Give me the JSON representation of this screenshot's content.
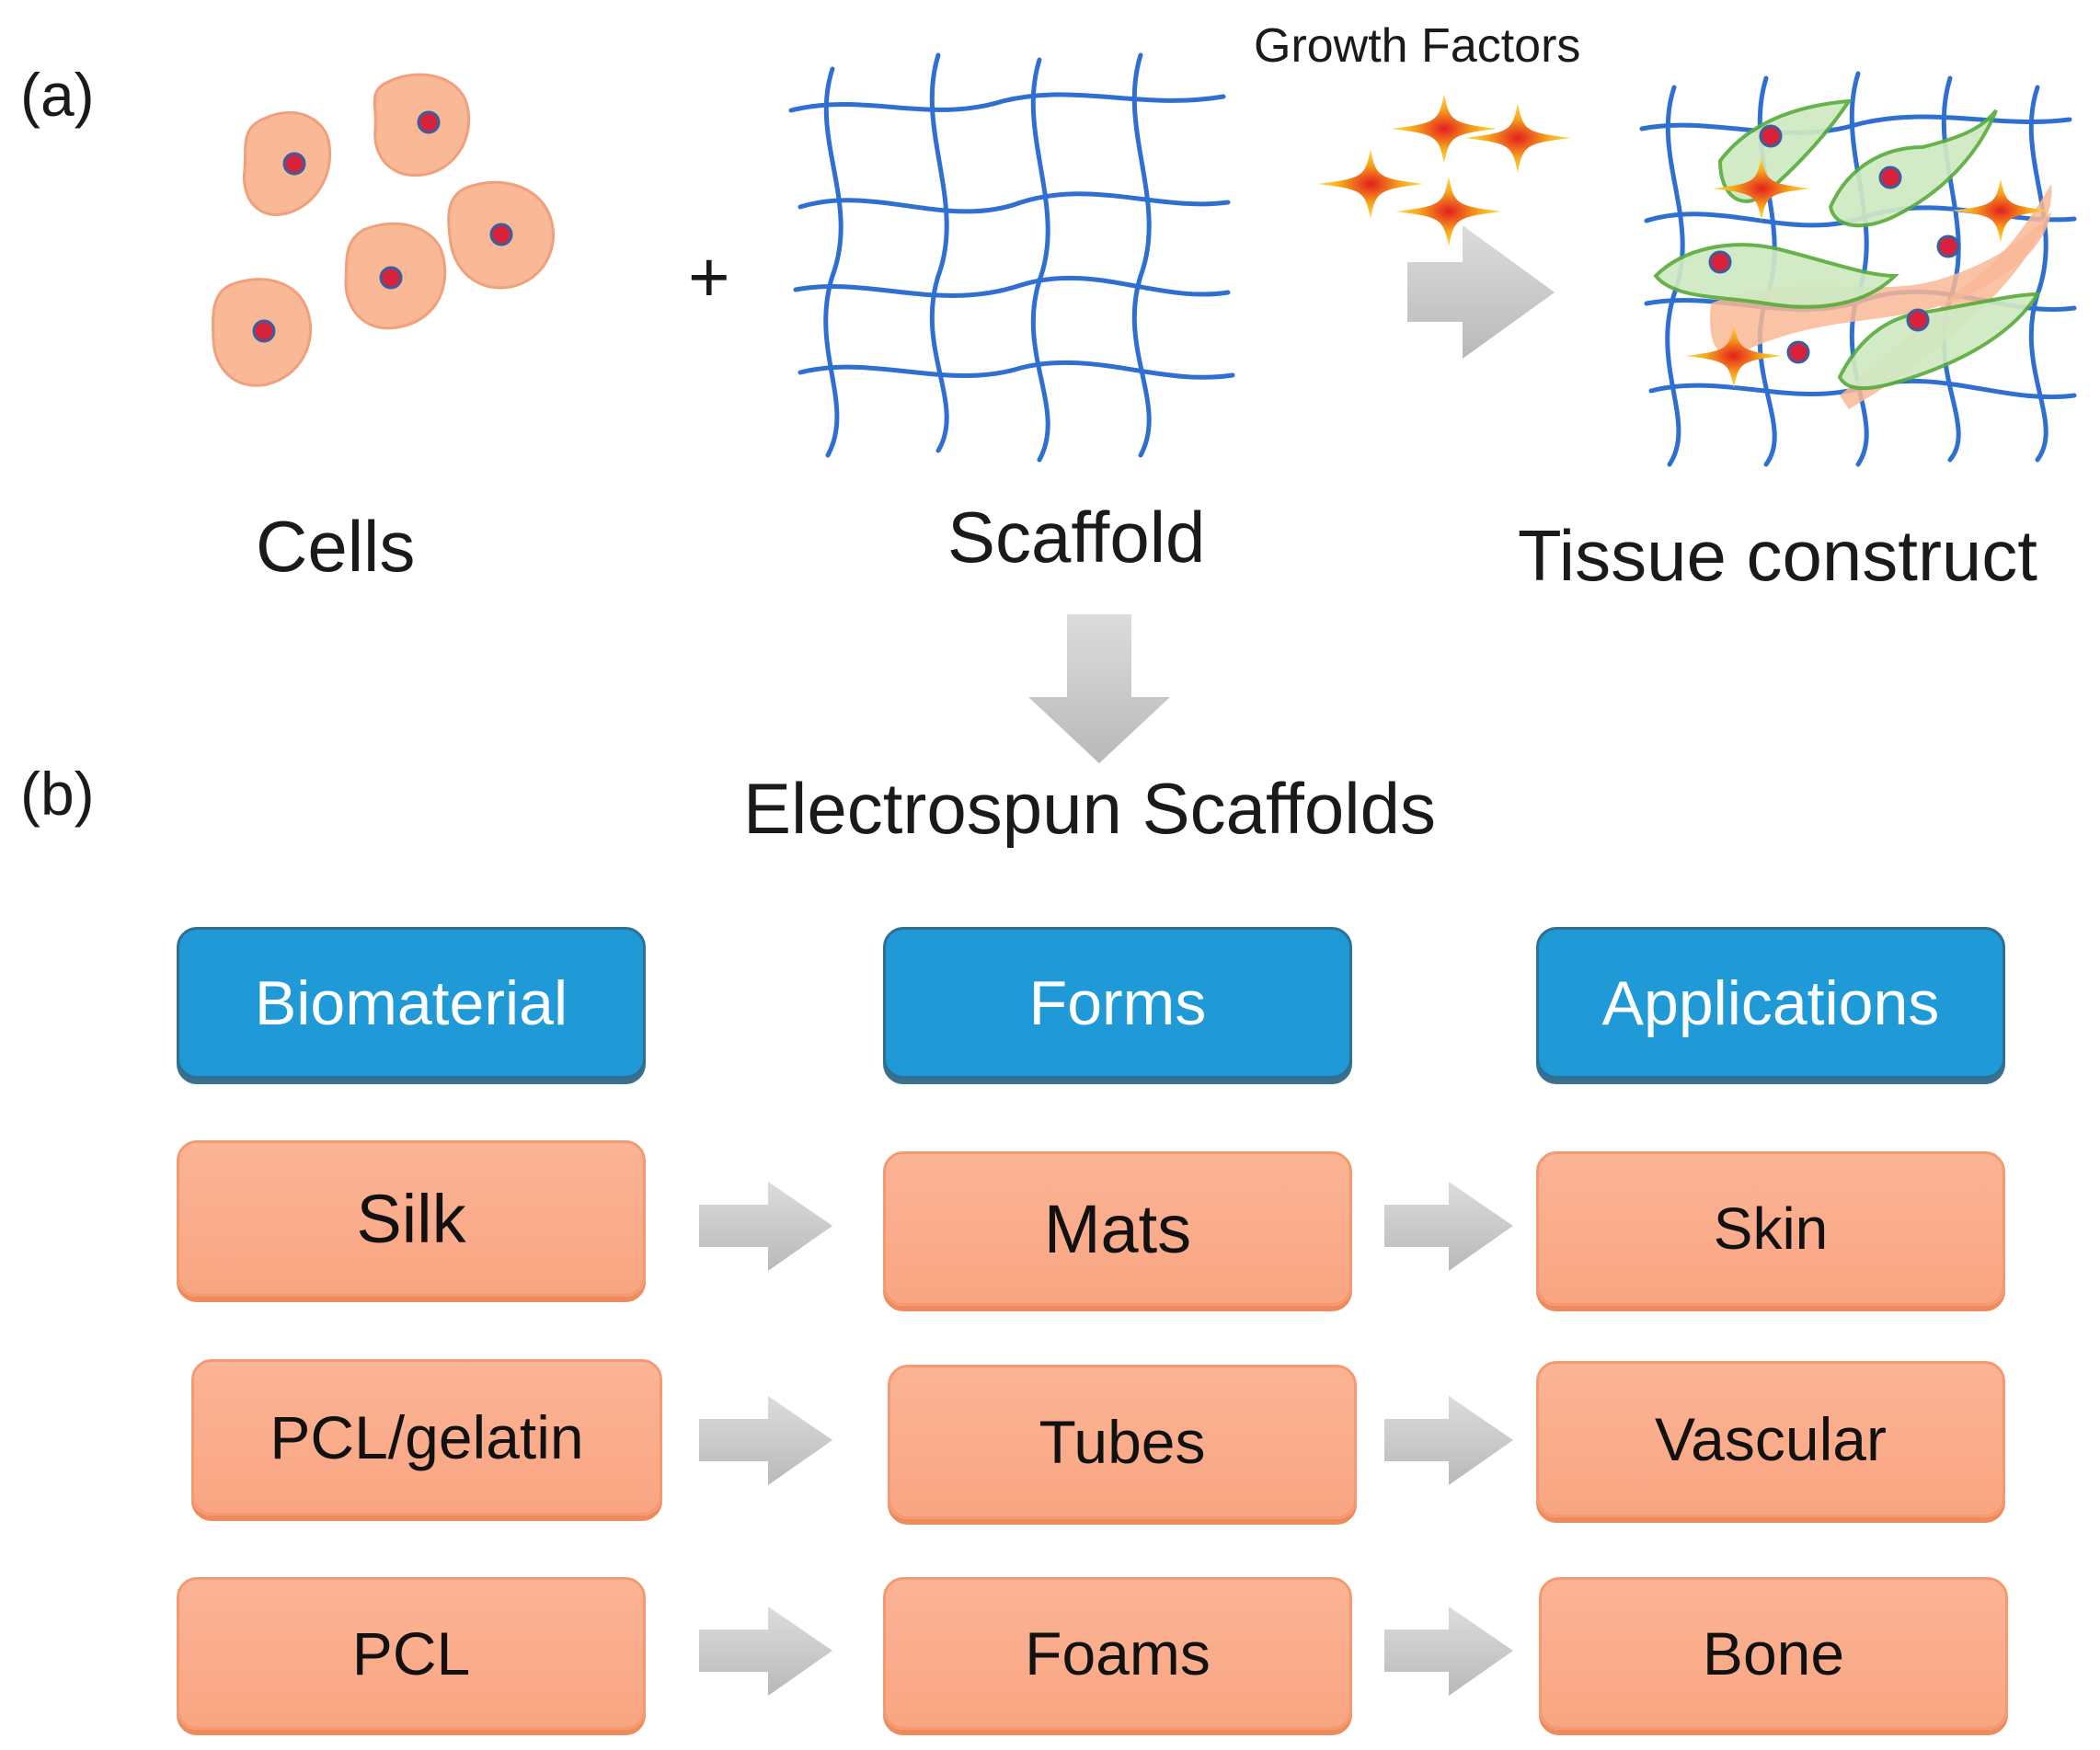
{
  "top": {
    "panel_a": "(a)",
    "growth_factors": "Growth Factors",
    "plus": "+",
    "cells": "Cells",
    "scaffold": "Scaffold",
    "tissue": "Tissue construct"
  },
  "bottom": {
    "panel_b": "(b)",
    "title": "Electrospun Scaffolds",
    "headers": [
      "Biomaterial",
      "Forms",
      "Applications"
    ],
    "biomaterials": [
      "Silk",
      "PCL/gelatin",
      "PCL"
    ],
    "forms": [
      "Mats",
      "Tubes",
      "Foams"
    ],
    "applications": [
      "Skin",
      "Vascular",
      "Bone"
    ]
  },
  "colors": {
    "header_fill": "#1f9ad6",
    "box_fill": "#fbb495",
    "mesh": "#2e6fd1",
    "cell": "#f9b896",
    "nucleus": "#d8213a",
    "green_cell": "#cfe9c2",
    "arrow": "#c8c8c8"
  }
}
